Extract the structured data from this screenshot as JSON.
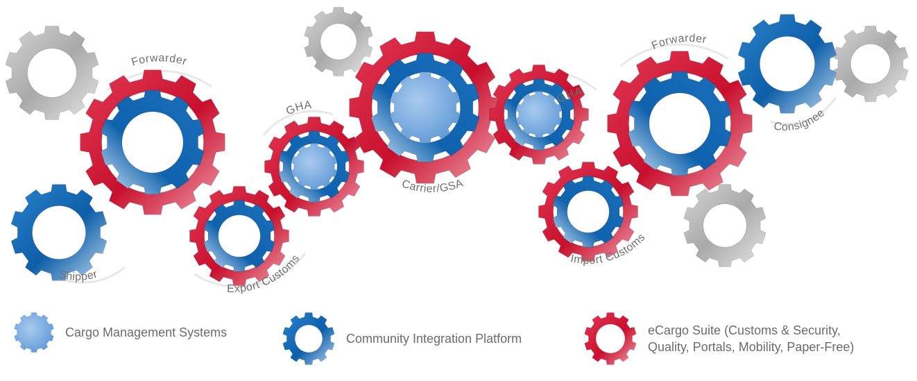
{
  "gears": [
    {
      "id": "grey-1",
      "type": "grey"
    },
    {
      "id": "grey-2",
      "type": "grey"
    },
    {
      "id": "grey-3",
      "type": "grey"
    },
    {
      "id": "grey-4",
      "type": "grey"
    },
    {
      "id": "forwarder-left",
      "type": "red-blue",
      "label": "Forwarder"
    },
    {
      "id": "shipper",
      "type": "blue",
      "label": "Shipper"
    },
    {
      "id": "export-customs",
      "type": "red-blue",
      "label": "Export Customs"
    },
    {
      "id": "gha-left",
      "type": "red-blue-core",
      "label": "GHA"
    },
    {
      "id": "carrier-gsa",
      "type": "red-blue-core",
      "label": "Carrier/GSA"
    },
    {
      "id": "gha-right",
      "type": "red-blue-core",
      "label": "GHA"
    },
    {
      "id": "import-customs",
      "type": "red-blue",
      "label": "Import Customs"
    },
    {
      "id": "forwarder-right",
      "type": "red-blue",
      "label": "Forwarder"
    },
    {
      "id": "consignee",
      "type": "blue",
      "label": "Consignee"
    }
  ],
  "legend": {
    "cms": {
      "label": "Cargo Management Systems",
      "icon": "light-blue-gear-icon"
    },
    "cip": {
      "label": "Community Integration Platform",
      "icon": "blue-gear-icon"
    },
    "ecargo": {
      "line1": "eCargo Suite (Customs & Security,",
      "line2": "Quality, Portals, Mobility, Paper-Free)",
      "icon": "red-gear-icon"
    }
  },
  "colors": {
    "red": "#d0213f",
    "blue": "#1d72bc",
    "light_blue": "#7fb0e0",
    "grey": "#b9b9b9",
    "text": "#6b6b6b"
  }
}
